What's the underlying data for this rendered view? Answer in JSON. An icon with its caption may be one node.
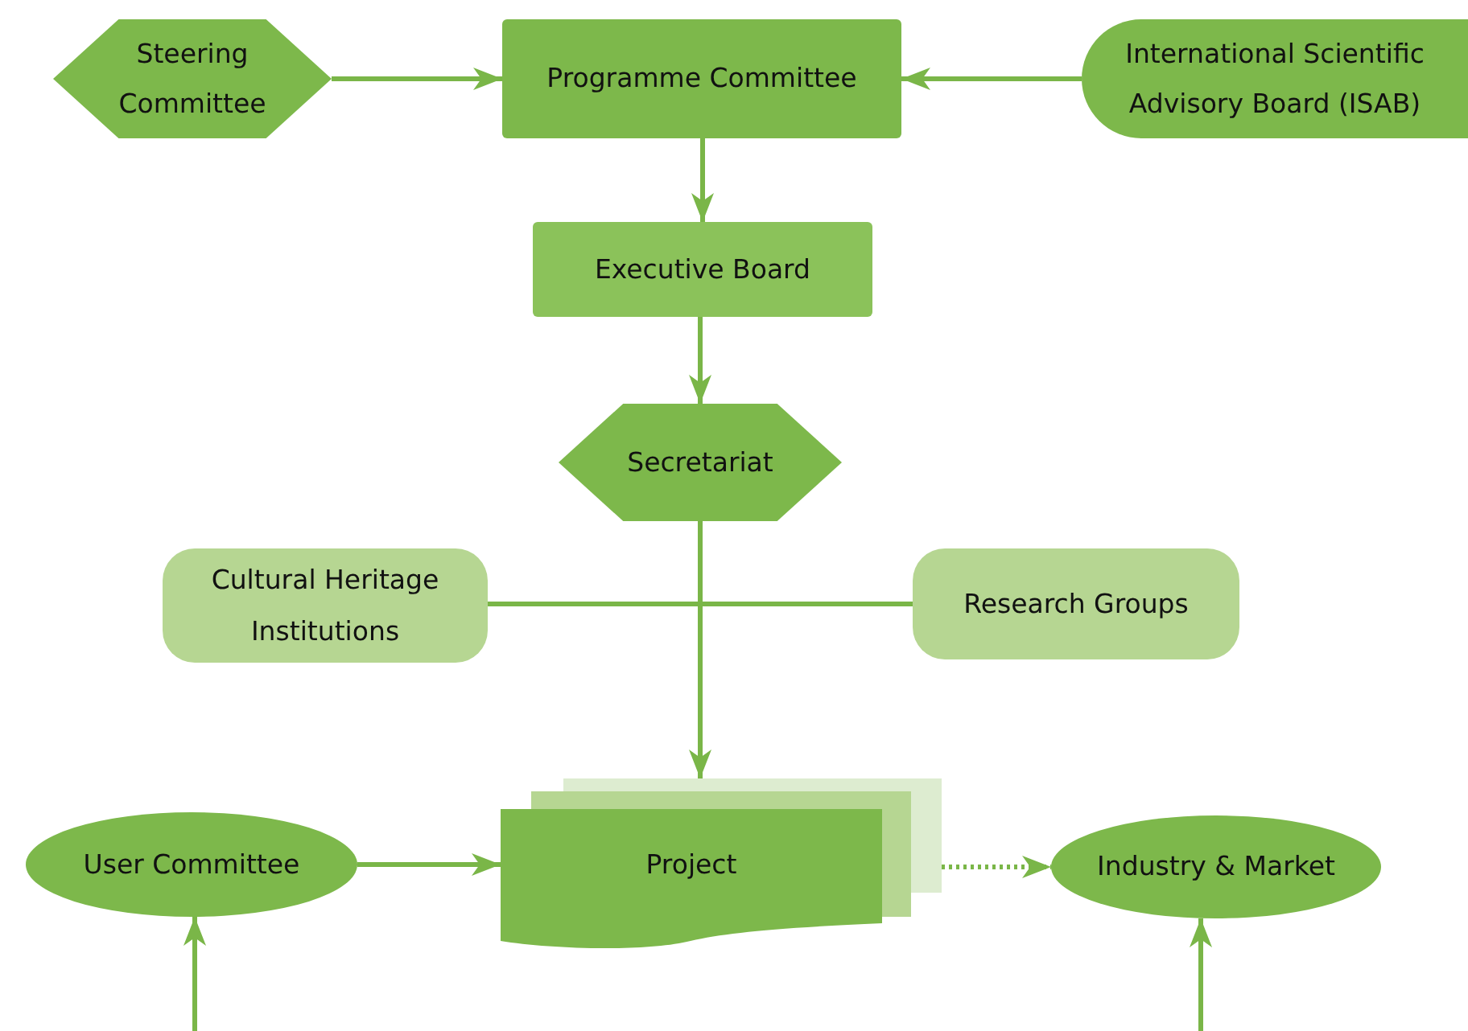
{
  "diagram": {
    "nodes": [
      {
        "text": [
          "Steering Committee"
        ]
      },
      {
        "text": [
          "Programme Committee"
        ]
      },
      {
        "text": [
          "International Scientific Advisory Board (ISAB)"
        ]
      },
      {
        "text": [
          "Executive Board"
        ]
      },
      {
        "text": [
          "Secretariat"
        ]
      },
      {
        "text": [
          "Cultural Heritage Institutions"
        ]
      },
      {
        "text": [
          "Research Groups"
        ]
      },
      {
        "text": [
          "Project"
        ]
      },
      {
        "text": [
          "User Committee"
        ]
      },
      {
        "text": [
          "Industry & Market"
        ]
      }
    ],
    "edges": [
      {
        "from": 0,
        "to": 1,
        "arrow": "to"
      },
      {
        "from": 2,
        "to": 1,
        "arrow": "to"
      },
      {
        "from": 1,
        "to": 3,
        "arrow": "to"
      },
      {
        "from": 3,
        "to": 4,
        "arrow": "to"
      },
      {
        "from": 4,
        "to": 7,
        "arrow": "to"
      },
      {
        "from": 5,
        "to": 6,
        "arrow": "none"
      },
      {
        "from": 8,
        "to": 7,
        "arrow": "to"
      },
      {
        "from": 7,
        "to": 9,
        "arrow": "to",
        "style": "dashed"
      },
      {
        "from": null,
        "to": 8,
        "arrow": "to"
      },
      {
        "from": null,
        "to": 9,
        "arrow": "to"
      }
    ]
  }
}
